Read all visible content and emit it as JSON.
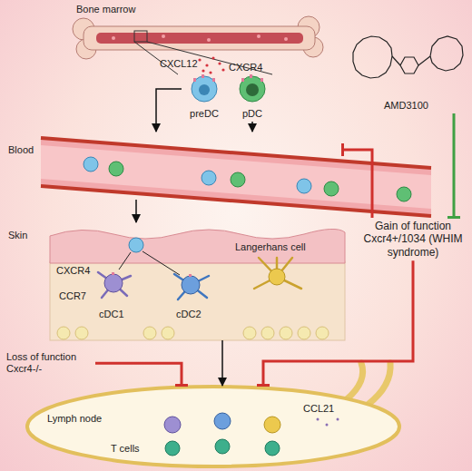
{
  "diagram": {
    "nodes": [
      {
        "text": [
          "Bone marrow"
        ]
      },
      {
        "text": [
          "preDC"
        ]
      },
      {
        "text": [
          "pDC"
        ]
      },
      {
        "text": [
          "AMD3100"
        ]
      },
      {
        "text": [
          "Blood"
        ]
      },
      {
        "text": [
          "Gain of function Cxcr4+/1034 (WHIM syndrome)"
        ]
      },
      {
        "text": [
          "Skin"
        ]
      },
      {
        "text": [
          "cDC1"
        ],
        "in": 6
      },
      {
        "text": [
          "cDC2"
        ],
        "in": 6
      },
      {
        "text": [
          "Langerhans cell"
        ],
        "in": 6
      },
      {
        "text": [
          "Loss of function Cxcr4-/-"
        ]
      },
      {
        "text": [
          "Lymph node"
        ]
      }
    ],
    "edges": [
      {
        "from": 1,
        "to": 4,
        "arrow": "to"
      },
      {
        "from": 2,
        "to": 4,
        "arrow": "to"
      },
      {
        "from": 4,
        "to": 6,
        "arrow": "to"
      },
      {
        "from": 6,
        "to": 11,
        "arrow": "to"
      },
      {
        "from": 3,
        "to": 5,
        "arrow": "to"
      },
      {
        "from": 5,
        "to": 4,
        "arrow": "to"
      },
      {
        "from": 5,
        "to": 11,
        "arrow": "to"
      },
      {
        "from": 10,
        "to": 11,
        "arrow": "to"
      }
    ],
    "labels": [
      "CXCL12",
      "CXCR4",
      "CXCR4",
      "CCR7",
      "CCL21",
      "T cells"
    ]
  }
}
